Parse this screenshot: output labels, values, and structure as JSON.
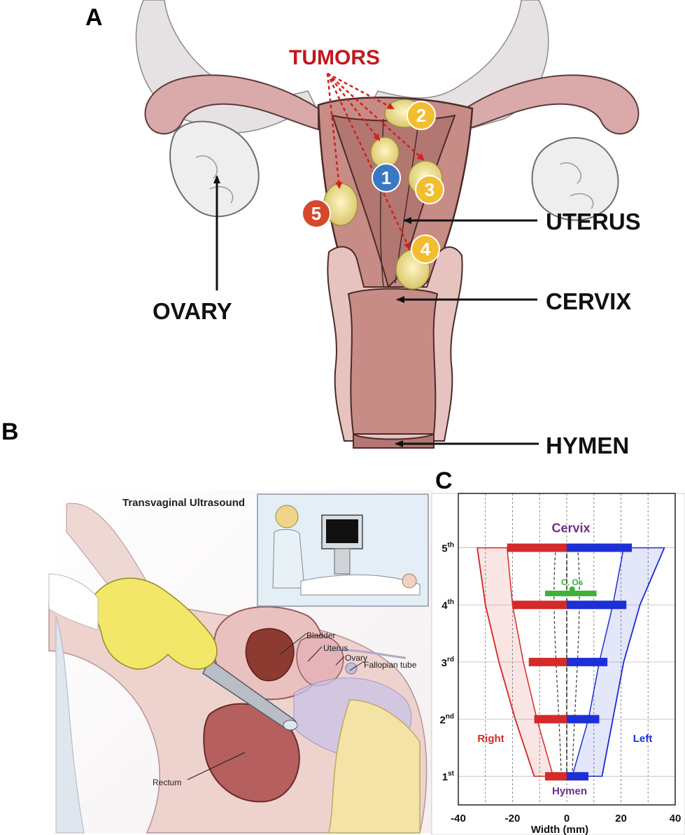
{
  "panels": {
    "a": {
      "letter": "A",
      "tumors_label": "TUMORS",
      "tumors": [
        {
          "id": "1",
          "color": "#3a78c3"
        },
        {
          "id": "2",
          "color": "#f2bd2e"
        },
        {
          "id": "3",
          "color": "#f2bd2e"
        },
        {
          "id": "4",
          "color": "#f2bd2e"
        },
        {
          "id": "5",
          "color": "#d5482b"
        }
      ],
      "labels": {
        "ovary": "OVARY",
        "uterus": "UTERUS",
        "cervix": "CERVIX",
        "hymen": "HYMEN"
      }
    },
    "b": {
      "letter": "B",
      "title": "Transvaginal Ultrasound",
      "labels": {
        "bladder": "Bladder",
        "uterus": "Uterus",
        "ovary": "Ovary",
        "fallopian": "Fallopian tube",
        "rectum": "Rectum"
      }
    },
    "c": {
      "letter": "C"
    }
  },
  "chart_data": {
    "type": "bar",
    "xlabel": "Width (mm)",
    "xlim": [
      -40,
      40
    ],
    "xticks": [
      -40,
      -20,
      0,
      20,
      40
    ],
    "yticks": [
      {
        "base": "1",
        "sup": "st",
        "level": 1
      },
      {
        "base": "2",
        "sup": "nd",
        "level": 2
      },
      {
        "base": "3",
        "sup": "rd",
        "level": 3
      },
      {
        "base": "4",
        "sup": "th",
        "level": 4
      },
      {
        "base": "5",
        "sup": "th",
        "level": 5
      }
    ],
    "ylim": [
      0.5,
      5.95
    ],
    "grid": true,
    "annotations": {
      "top": "Cervix",
      "bottom": "Hymen",
      "cos": "C. Os",
      "right": "Right",
      "left": "Left"
    },
    "colors": {
      "right": "#d42a2a",
      "left": "#1f2fd6",
      "cos": "#3fb03a",
      "annot": "#6a2d91"
    },
    "series": [
      {
        "name": "Right",
        "levels": [
          1,
          2,
          3,
          4,
          5
        ],
        "values": [
          -8,
          -12,
          -14,
          -20,
          -22
        ]
      },
      {
        "name": "Left",
        "levels": [
          1,
          2,
          3,
          4,
          5
        ],
        "values": [
          8,
          12,
          15,
          22,
          24
        ]
      }
    ],
    "cos": {
      "level": 4.2,
      "from": -8,
      "to": 11
    },
    "right_envelope": {
      "outer": [
        [
          -33,
          5
        ],
        [
          -30,
          4
        ],
        [
          -25,
          3
        ],
        [
          -19,
          2
        ],
        [
          -12,
          1
        ]
      ],
      "inner": [
        [
          -22,
          5
        ],
        [
          -20,
          4
        ],
        [
          -16,
          3
        ],
        [
          -11,
          2
        ],
        [
          -5,
          1
        ]
      ]
    },
    "left_envelope": {
      "outer": [
        [
          36,
          5
        ],
        [
          27,
          4
        ],
        [
          21,
          3
        ],
        [
          17,
          2
        ],
        [
          13,
          1
        ]
      ],
      "inner": [
        [
          21,
          5
        ],
        [
          17,
          4
        ],
        [
          12,
          3
        ],
        [
          8,
          2
        ],
        [
          2,
          1
        ]
      ]
    }
  }
}
